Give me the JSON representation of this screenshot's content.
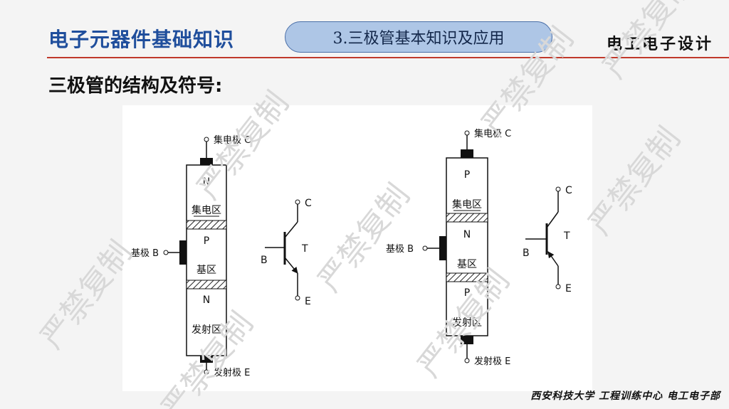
{
  "header": {
    "title": "电子元器件基础知识",
    "section_pill": "3.三极管基本知识及应用",
    "brand": "电工电子设计"
  },
  "subtitle": "三极管的结构及符号:",
  "footer": "西安科技大学 工程训练中心 电工电子部",
  "watermark": "严禁复制",
  "npn": {
    "collector_pin": "集电极 C",
    "emitter_pin": "发射极 E",
    "base_pin": "基极 B",
    "layer_top_type": "N",
    "layer_top_name": "集电区",
    "layer_mid_type": "P",
    "layer_mid_name": "基区",
    "layer_bottom_type": "N",
    "layer_bottom_name": "发射区",
    "symbol_c": "C",
    "symbol_b": "B",
    "symbol_e": "E",
    "symbol_t": "T"
  },
  "pnp": {
    "collector_pin": "集电极 C",
    "emitter_pin": "发射极 E",
    "base_pin": "基极 B",
    "layer_top_type": "P",
    "layer_top_name": "集电区",
    "layer_mid_type": "N",
    "layer_mid_name": "基区",
    "layer_bottom_type": "P",
    "layer_bottom_name": "发射区",
    "symbol_c": "C",
    "symbol_b": "B",
    "symbol_e": "E",
    "symbol_t": "T"
  }
}
